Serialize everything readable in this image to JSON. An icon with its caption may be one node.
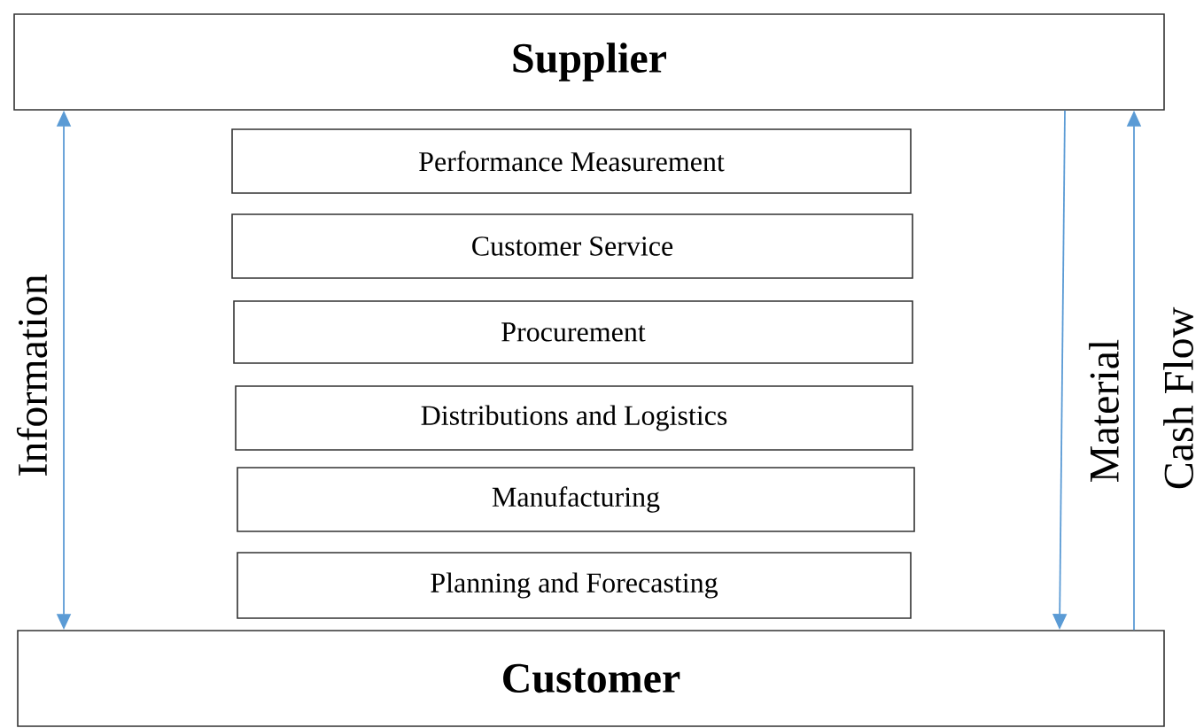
{
  "diagram": {
    "nodes": [
      {
        "text": [
          "Supplier"
        ]
      },
      {
        "text": [
          "Performance Measurement"
        ]
      },
      {
        "text": [
          "Customer Service"
        ]
      },
      {
        "text": [
          "Procurement"
        ]
      },
      {
        "text": [
          "Distributions and Logistics"
        ]
      },
      {
        "text": [
          "Manufacturing"
        ]
      },
      {
        "text": [
          "Planning and Forecasting"
        ]
      },
      {
        "text": [
          "Customer"
        ]
      }
    ],
    "edges": [
      {
        "from": 0,
        "to": 7,
        "arrow": "both",
        "label": "Information"
      },
      {
        "from": 0,
        "to": 7,
        "arrow": "to",
        "label": "Material"
      },
      {
        "from": 7,
        "to": 0,
        "arrow": "to",
        "label": "Cash Flow"
      }
    ]
  }
}
